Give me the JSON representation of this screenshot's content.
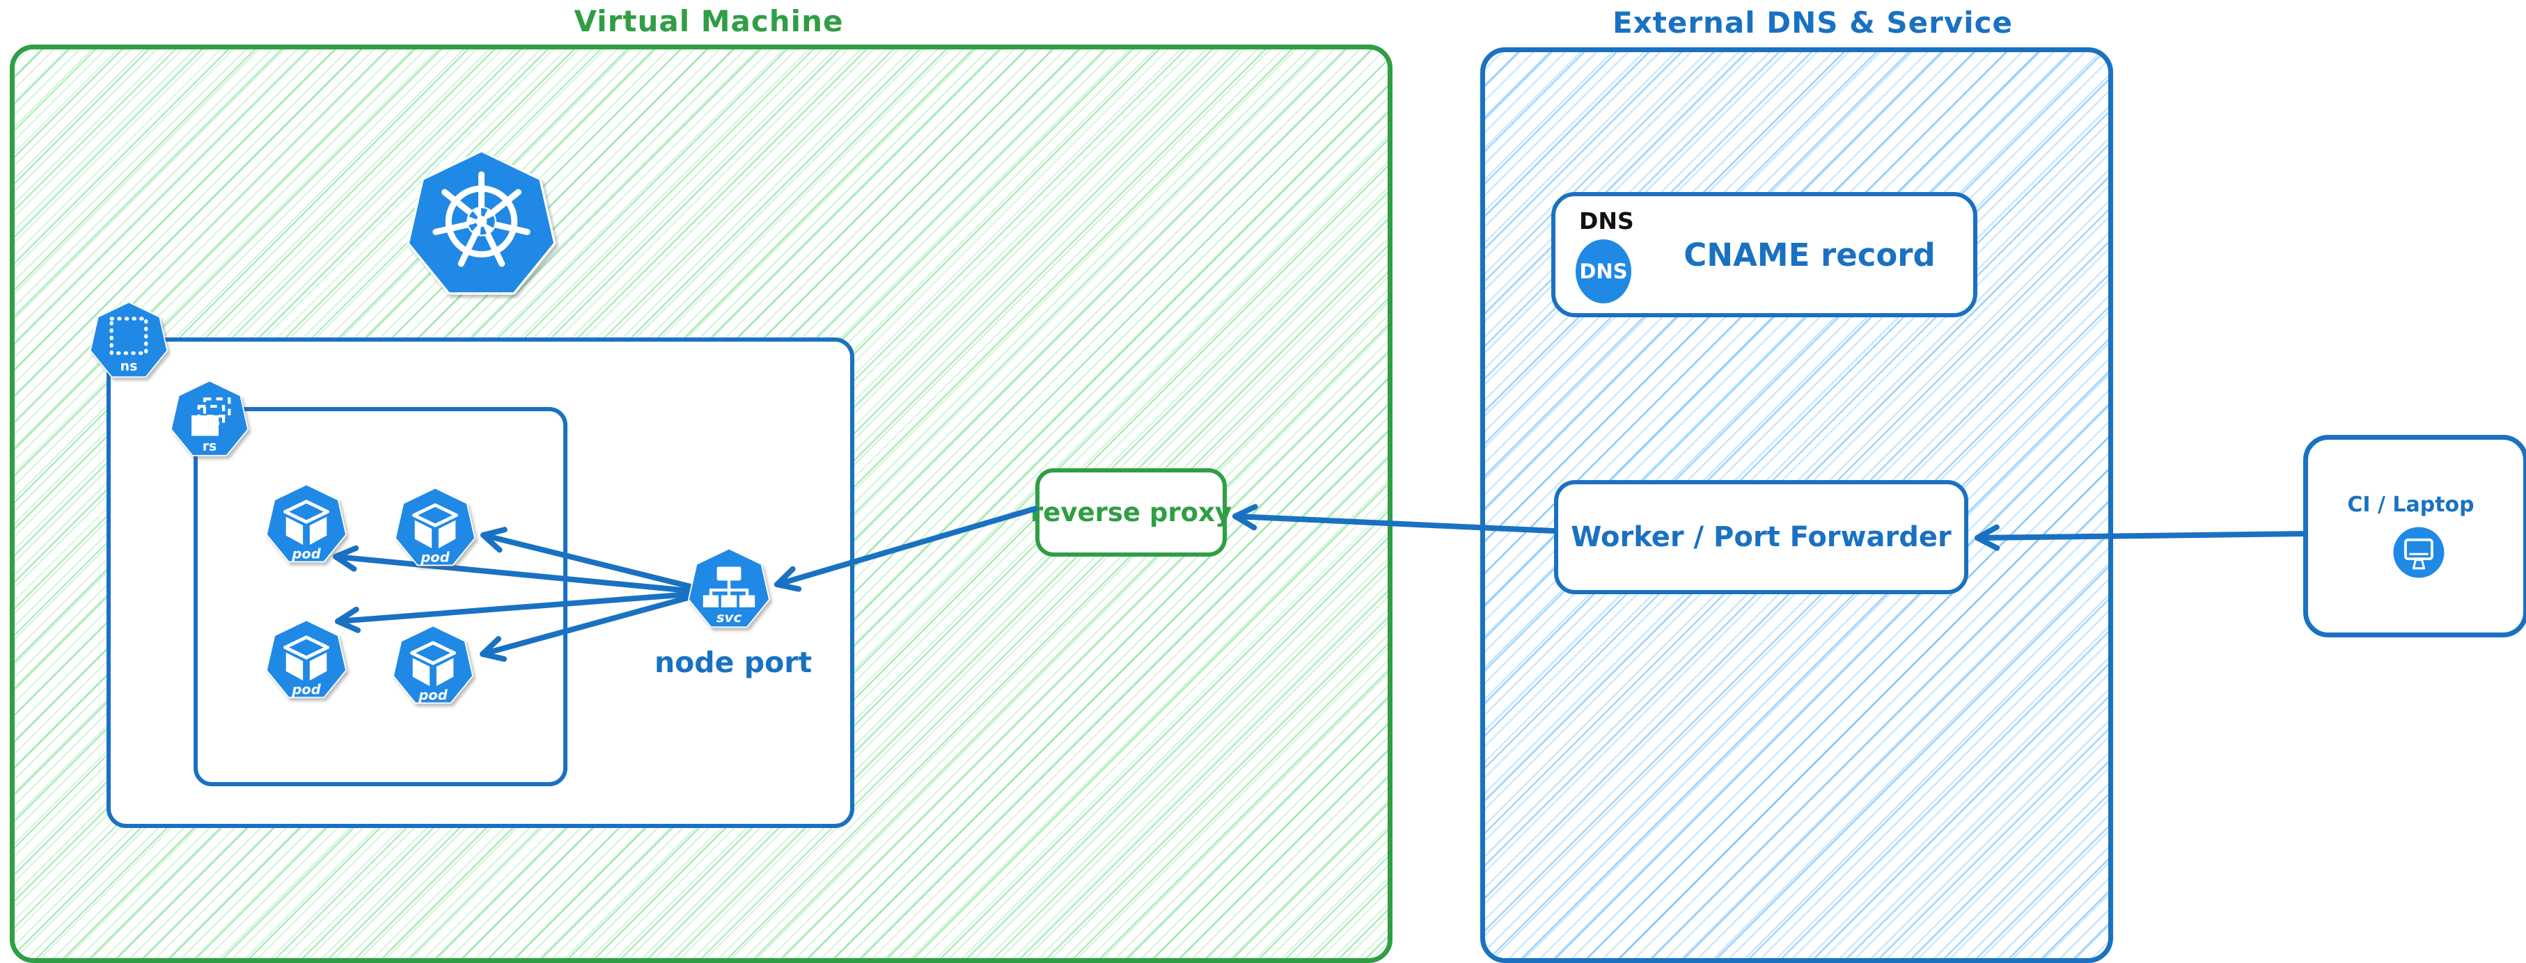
{
  "diagram": {
    "colors": {
      "green_stroke": "#2f9e44",
      "green_hatch": "#69db7c",
      "blue_stroke": "#1971c2",
      "blue_hatch_light": "#a5d8ff",
      "blue_hatch_strong": "#4dabf7",
      "icon_blue": "#2089e5",
      "icon_glyph": "#ffffff",
      "dns_label_color": "#111111",
      "background": "#ffffff"
    },
    "vm": {
      "title": "Virtual Machine"
    },
    "cluster": {
      "namespace_label": "ns",
      "replicaset_label": "rs",
      "pod_label": "pod",
      "service_label": "svc",
      "service_caption": "node port"
    },
    "reverse_proxy": {
      "label": "reverse proxy"
    },
    "external": {
      "title": "External DNS & Service",
      "dns_card": {
        "label": "DNS",
        "badge": "DNS",
        "record": "CNAME record"
      },
      "worker": {
        "label": "Worker / Port Forwarder"
      }
    },
    "ci": {
      "label": "CI / Laptop"
    },
    "icons": {
      "kubernetes": "kubernetes-wheel-heptagon",
      "namespace": "dotted-square-heptagon",
      "replicaset": "stacked-rects-heptagon",
      "pod": "cube-heptagon",
      "service": "tree-heptagon",
      "dns": "dns-circle-badge",
      "ci": "monitor-circle"
    }
  }
}
